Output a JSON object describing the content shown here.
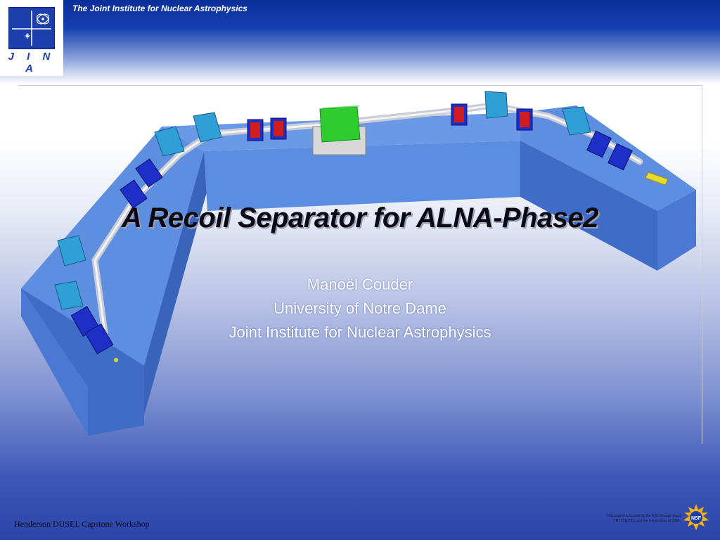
{
  "header": {
    "institute_title": "The Joint Institute for Nuclear Astrophysics",
    "logo_text": "J I N A"
  },
  "slide": {
    "title": "A Recoil Separator for ALNA-Phase2",
    "author": "Manoël Couder",
    "affiliation_1": "University of Notre Dame",
    "affiliation_2": "Joint Institute for Nuclear Astrophysics"
  },
  "footer": {
    "event": "Henderson DUSEL Capstone Workshop",
    "funding_line_1": "This project is funded by the NSF through grant",
    "funding_line_2": "PHY0216783, and the Universities of JINA.",
    "nsf_logo_text": "NSF"
  },
  "colors": {
    "header_blue": "#0a2f9a",
    "table_blue": "#4f7fd8",
    "magnet_cyan": "#2f9fd6",
    "coil_red": "#d01c1c",
    "coil_blue": "#1e2fc8",
    "filter_green": "#2ecc2e"
  }
}
